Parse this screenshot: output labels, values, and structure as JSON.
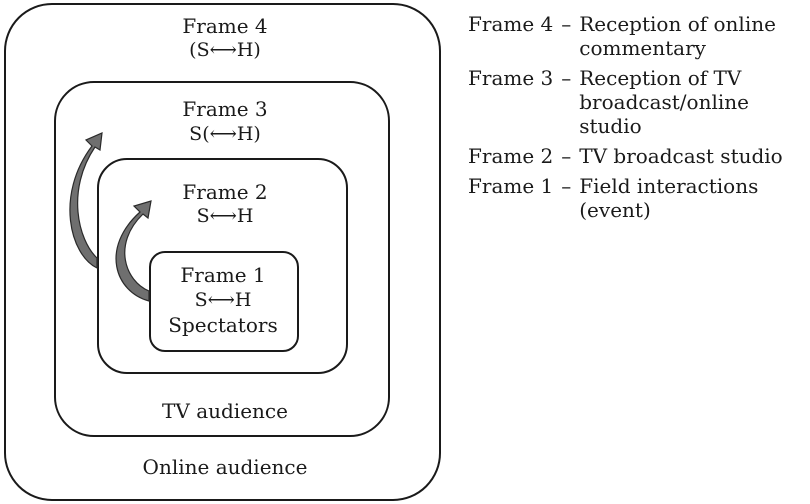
{
  "frames": {
    "f4": {
      "title": "Frame 4",
      "relation": "(S⟷H)",
      "audience": "Online audience"
    },
    "f3": {
      "title": "Frame 3",
      "relation": "S(⟷H)",
      "audience": "TV audience"
    },
    "f2": {
      "title": "Frame 2",
      "relation": "S⟷H"
    },
    "f1": {
      "title": "Frame 1",
      "relation": "S⟷H",
      "audience": "Spectators"
    }
  },
  "legend": [
    {
      "frame": "Frame 4",
      "dash": "–",
      "desc": "Reception of online commentary"
    },
    {
      "frame": "Frame 3",
      "dash": "–",
      "desc": "Reception of TV broadcast/online studio"
    },
    {
      "frame": "Frame 2",
      "dash": "–",
      "desc": "TV broadcast studio"
    },
    {
      "frame": "Frame 1",
      "dash": "–",
      "desc": "Field interactions (event)"
    }
  ],
  "colors": {
    "line": "#1a1a1a",
    "arrow_fill": "#6f6f6f",
    "arrow_stroke": "#2a2a2a"
  }
}
